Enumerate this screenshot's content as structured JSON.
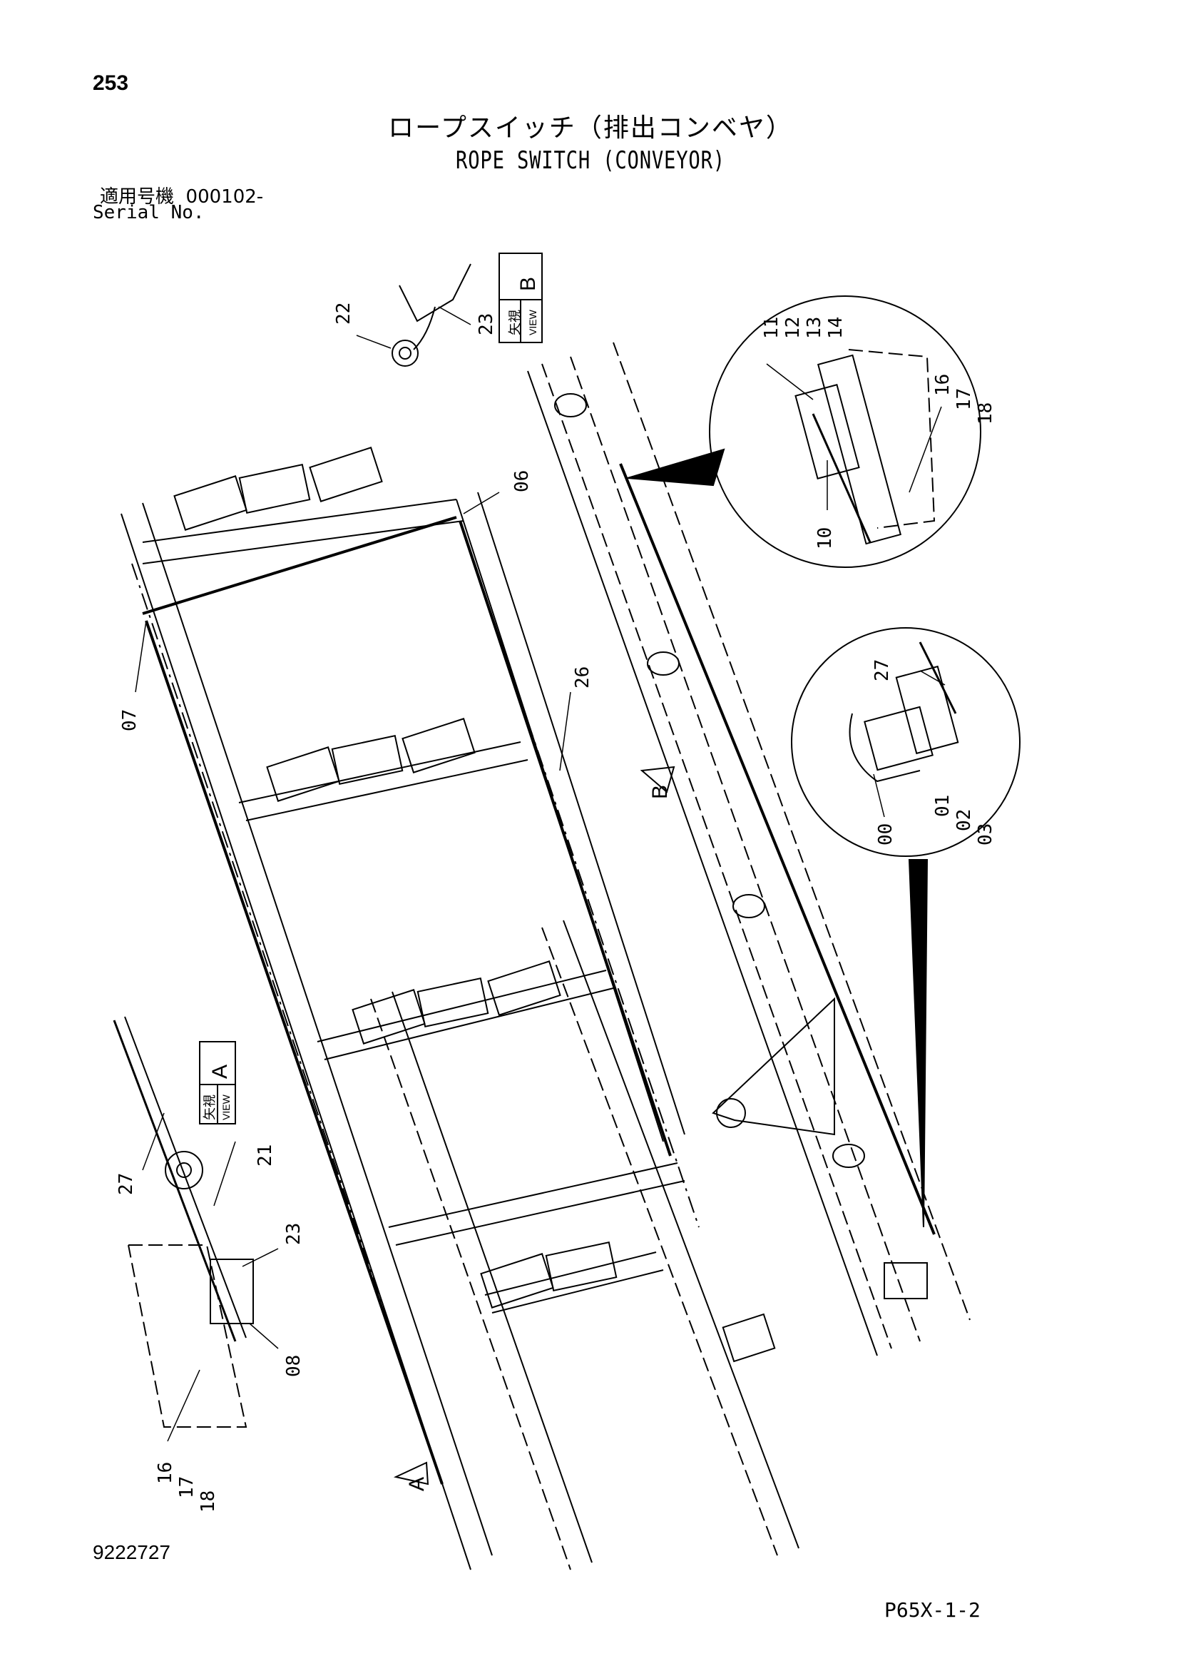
{
  "header": {
    "page_number": "253",
    "title_jp": "ロープスイッチ（排出コンベヤ）",
    "title_en": "ROPE SWITCH (CONVEYOR)",
    "serial_label_jp": "適用号機",
    "serial_value": "000102-",
    "serial_label_en": "Serial No."
  },
  "footer": {
    "drawing_number": "9222727",
    "page_code": "P65X-1-2"
  },
  "views": {
    "a": {
      "jp": "矢視",
      "en": "VIEW",
      "letter": "A"
    },
    "b": {
      "jp": "矢視",
      "en": "VIEW",
      "letter": "B"
    }
  },
  "callouts": {
    "c00": "00",
    "c01": "01",
    "c02": "02",
    "c03": "03",
    "c06": "06",
    "c07": "07",
    "c08": "08",
    "c10": "10",
    "c11": "11",
    "c12": "12",
    "c13": "13",
    "c14": "14",
    "c16a": "16",
    "c17a": "17",
    "c18a": "18",
    "c16b": "16",
    "c17b": "17",
    "c18b": "18",
    "c21": "21",
    "c22": "22",
    "c23a": "23",
    "c23b": "23",
    "c26": "26",
    "c27a": "27",
    "c27b": "27"
  },
  "arrows": {
    "a": "A",
    "b": "B"
  }
}
